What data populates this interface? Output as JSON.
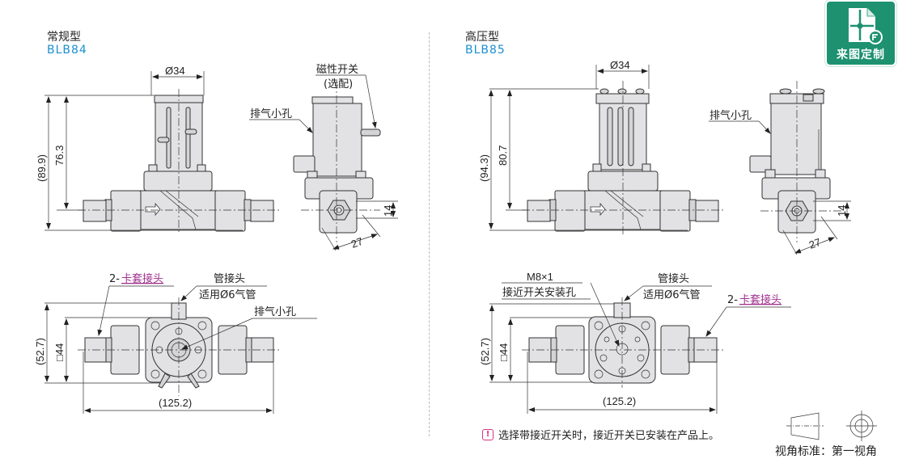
{
  "left_section": {
    "title": "常规型",
    "model": "BLB84",
    "front_view": {
      "diameter": "Ø34",
      "height_total": "(89.9)",
      "height_center": "76.3"
    },
    "side_view": {
      "magnetic_switch_label": "磁性开关",
      "magnetic_switch_note": "(选配)",
      "vent_hole_label": "排气小孔",
      "dim_14": "14",
      "dim_27": "27"
    },
    "bottom_view": {
      "ferrule_prefix": "2-",
      "ferrule_label": "卡套接头",
      "pipe_fitting_label": "管接头",
      "pipe_fitting_note": "适用Ø6气管",
      "vent_hole_label": "排气小孔",
      "height_total": "(52.7)",
      "square": "□44",
      "width_total": "(125.2)"
    }
  },
  "right_section": {
    "title": "高压型",
    "model": "BLB85",
    "front_view": {
      "diameter": "Ø34",
      "height_total": "(94.3)",
      "height_center": "80.7"
    },
    "side_view": {
      "vent_hole_label": "排气小孔",
      "dim_14": "14",
      "dim_27": "27"
    },
    "bottom_view": {
      "thread_label": "M8×1",
      "proximity_hole_label": "接近开关安装孔",
      "pipe_fitting_label": "管接头",
      "pipe_fitting_note": "适用Ø6气管",
      "ferrule_prefix": "2-",
      "ferrule_label": "卡套接头",
      "height_total": "(52.7)",
      "square": "□44",
      "width_total": "(125.2)"
    }
  },
  "custom_badge": {
    "label": "来图定制",
    "icon": "drawing-document-icon",
    "color": "#1d9170"
  },
  "footer": {
    "note_icon": "exclamation-icon",
    "note": "选择带接近开关时，接近开关已安装在产品上。",
    "view_standard": "视角标准：第一视角"
  }
}
